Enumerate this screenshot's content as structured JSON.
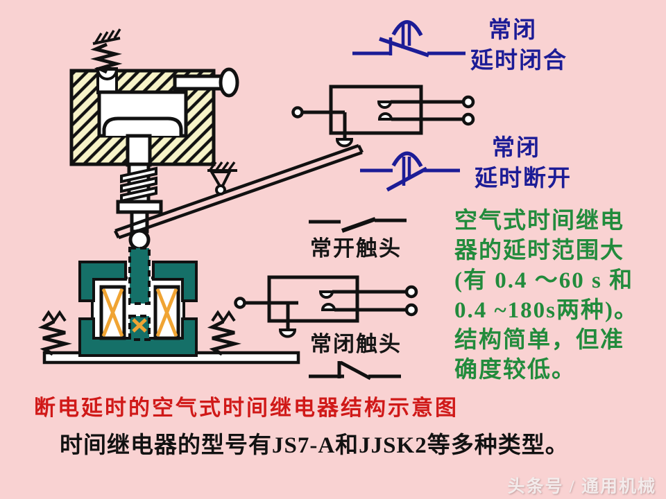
{
  "colors": {
    "background": "#f9d2d2",
    "line_black": "#111111",
    "symbol_blue": "#1c1c96",
    "note_green": "#228b3c",
    "title_red": "#d01918",
    "core_teal": "#157068",
    "coil_orange": "#f0a433",
    "hatch_cream": "#f7f3c8",
    "watermark_gray": "#f3ebeb"
  },
  "labels": {
    "nc_delay_close_line1": "常闭",
    "nc_delay_close_line2": "延时闭合",
    "nc_delay_open_line1": "常闭",
    "nc_delay_open_line2": "延时断开",
    "normally_open_contact": "常开触头",
    "normally_closed_contact": "常闭触头"
  },
  "note": {
    "lines": [
      "空气式时间继电",
      "器的延时范围大",
      "(有 0.4 ～60 s 和",
      "0.4 ~180s两种)。",
      "结构简单，但准",
      "确度较低。"
    ]
  },
  "title": "断电延时的空气式时间继电器结构示意图",
  "caption": "时间继电器的型号有JS7-A和JJSK2等多种类型。",
  "watermark": "头条号 / 通用机械"
}
